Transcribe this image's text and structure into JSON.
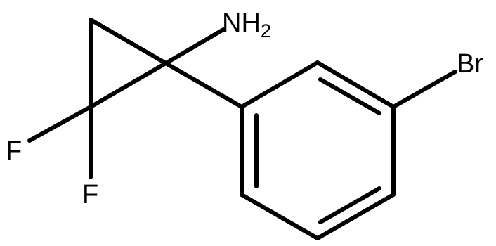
{
  "molecule": {
    "atoms": {
      "amine": {
        "symbol": "NH",
        "subscript": "2"
      },
      "bromine": {
        "symbol": "Br"
      },
      "fluorine_1": {
        "symbol": "F"
      },
      "fluorine_2": {
        "symbol": "F"
      }
    },
    "colors": {
      "bond": "#000000",
      "label": "#000000",
      "background": "#ffffff"
    }
  }
}
